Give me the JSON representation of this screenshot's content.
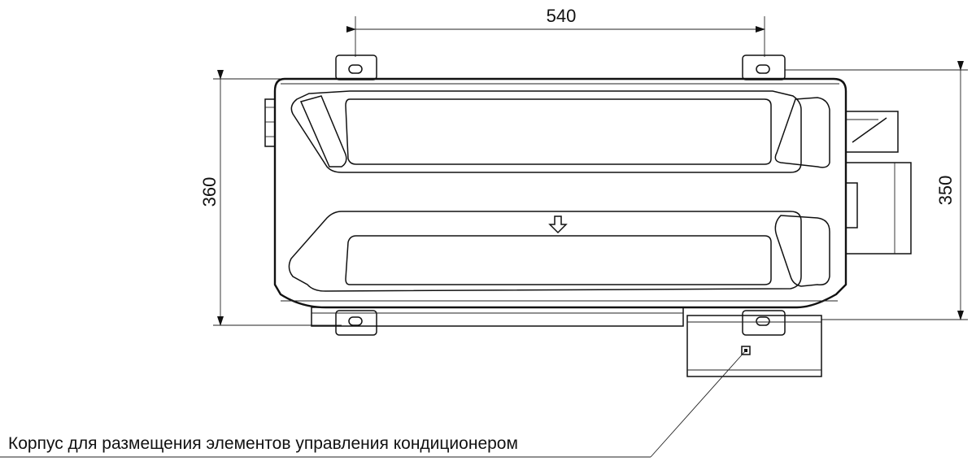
{
  "dimensions": {
    "width_top": "540",
    "height_left": "360",
    "height_right": "350"
  },
  "callout": {
    "label": "Корпус для размещения элементов управления кондиционером"
  }
}
